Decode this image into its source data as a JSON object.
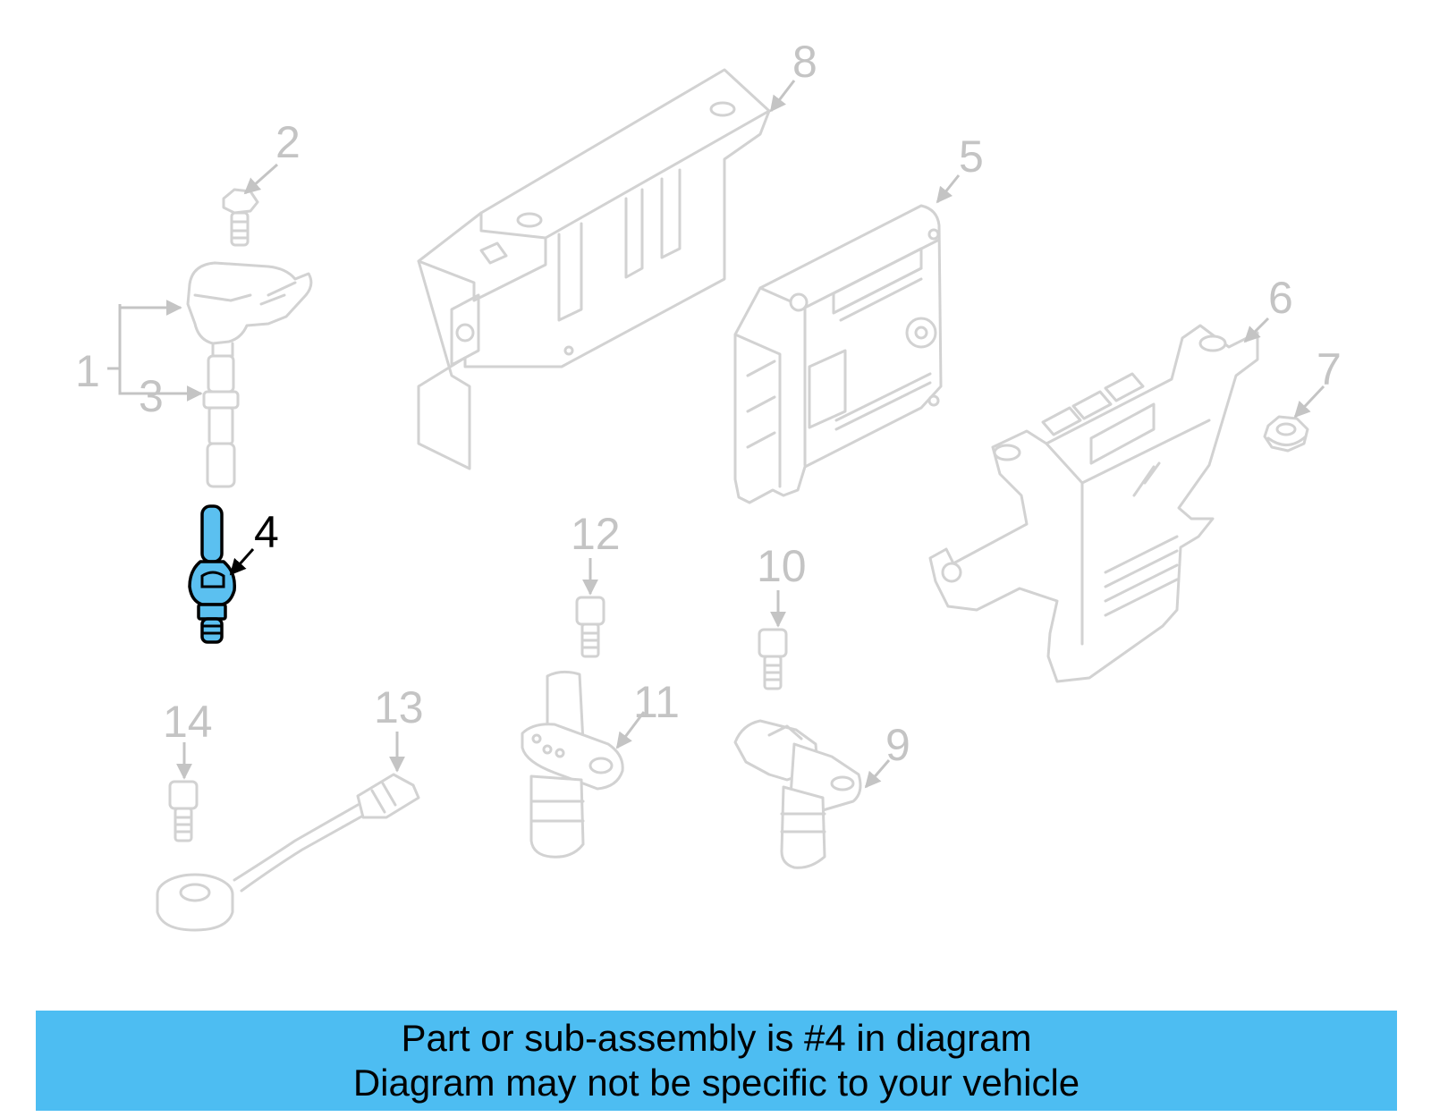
{
  "diagram": {
    "highlighted_part": "4",
    "callouts": [
      "1",
      "2",
      "3",
      "4",
      "5",
      "6",
      "7",
      "8",
      "9",
      "10",
      "11",
      "12",
      "13",
      "14"
    ],
    "colors": {
      "highlight": "#5bc0f0",
      "parts": "#d2d2d2",
      "banner": "#4dbdf2"
    }
  },
  "banner": {
    "line1": "Part or sub-assembly is #4 in diagram",
    "line2": "Diagram may not be specific to your vehicle"
  }
}
